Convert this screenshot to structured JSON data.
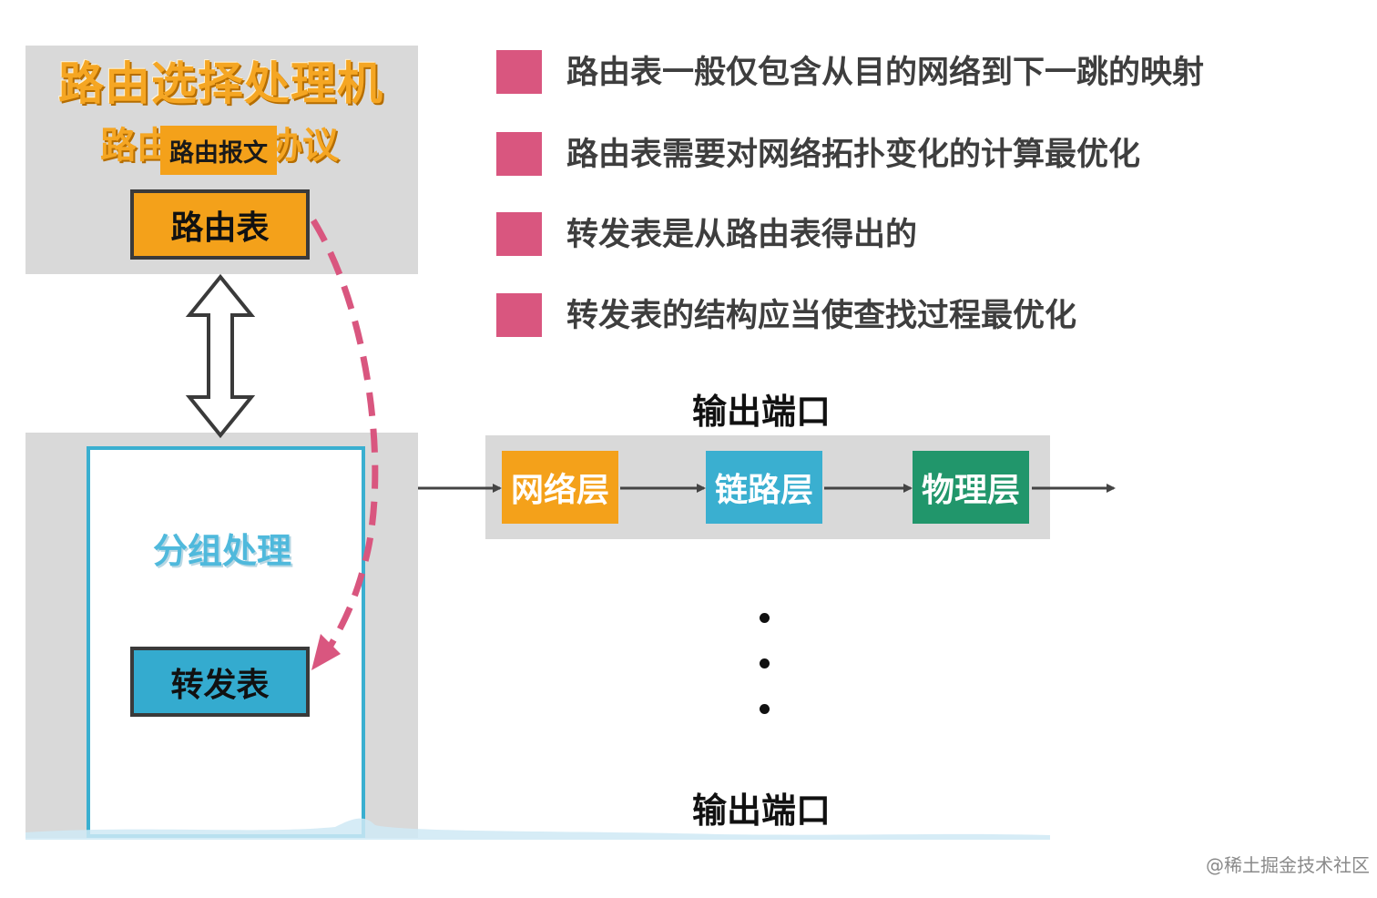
{
  "routing_processor": {
    "title": "路由选择处理机",
    "protocol_left": "路由",
    "protocol_right": "协议",
    "overlay_label": "路由报文",
    "routing_table": "路由表"
  },
  "packet_processing": {
    "label": "分组处理",
    "forwarding_table": "转发表"
  },
  "bullets": [
    "路由表一般仅包含从目的网络到下一跳的映射",
    "路由表需要对网络拓扑变化的计算最优化",
    "转发表是从路由表得出的",
    "转发表的结构应当使查找过程最优化"
  ],
  "output_port": {
    "title_top": "输出端口",
    "title_bottom": "输出端口",
    "layers": [
      "网络层",
      "链路层",
      "物理层"
    ]
  },
  "watermark": "@稀土掘金技术社区",
  "colors": {
    "bullet": "#d9567f",
    "orange": "#f4a11a",
    "blue": "#3aafd0",
    "green": "#21966b",
    "dashed_arrow": "#d9567f"
  }
}
